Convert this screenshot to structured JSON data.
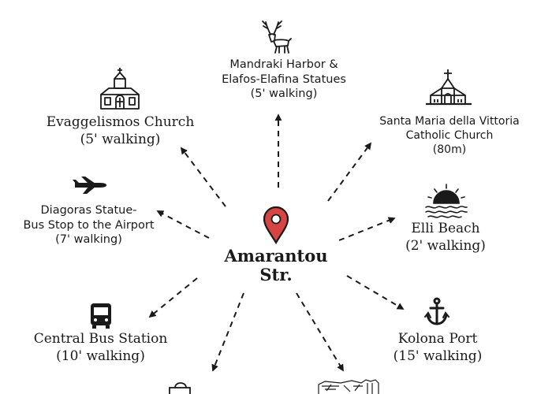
{
  "colors": {
    "ink": "#1a1a1a",
    "pin": "#d64541",
    "background": "#ffffff"
  },
  "center": {
    "line1": "Amarantou",
    "line2": "Str.",
    "icon": "map-pin-icon"
  },
  "destinations": [
    {
      "id": "mandraki",
      "icon": "deer-icon",
      "lines": [
        "Mandraki Harbor &",
        "Elafos-Elafina Statues",
        "(5' walking)"
      ]
    },
    {
      "id": "santa-maria",
      "icon": "chapel-icon",
      "lines": [
        "Santa Maria della Vittoria",
        "Catholic Church",
        "(80m)"
      ]
    },
    {
      "id": "elli",
      "icon": "sunset-waves-icon",
      "lines": [
        "Elli Beach",
        "(2' walking)"
      ]
    },
    {
      "id": "kolona",
      "icon": "anchor-icon",
      "lines": [
        "Kolona Port",
        "(15' walking)"
      ]
    },
    {
      "id": "central-bus",
      "icon": "bus-icon",
      "lines": [
        "Central Bus Station",
        "(10' walking)"
      ]
    },
    {
      "id": "diagoras",
      "icon": "airplane-icon",
      "lines": [
        "Diagoras Statue-",
        "Bus Stop to the Airport",
        "(7' walking)"
      ]
    },
    {
      "id": "evaggelismos",
      "icon": "church-icon",
      "lines": [
        "Evaggelismos Church",
        "(5' walking)"
      ]
    },
    {
      "id": "shopping",
      "icon": "shopping-bag-icon",
      "lines": []
    },
    {
      "id": "old-town",
      "icon": "old-town-sketch-icon",
      "lines": []
    }
  ]
}
